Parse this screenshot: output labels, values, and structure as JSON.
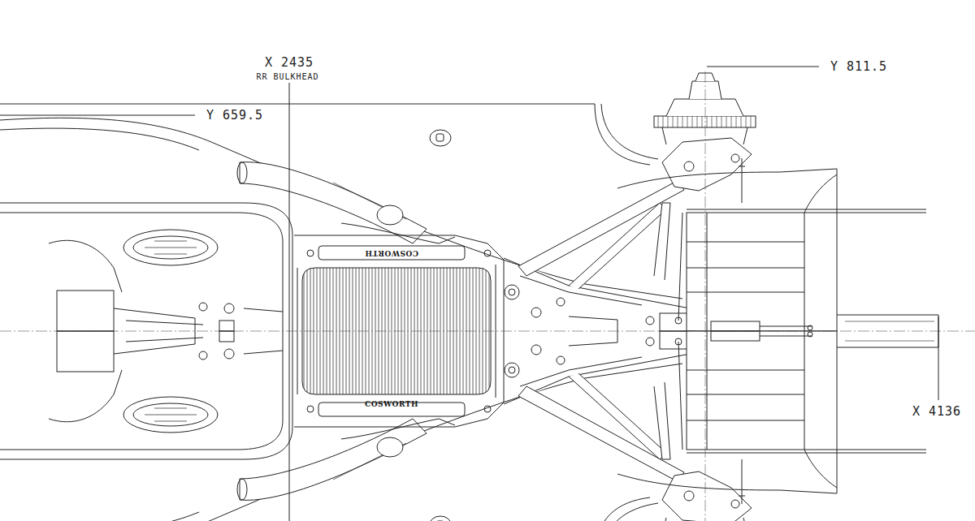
{
  "diagram": {
    "labels": [
      "X 2435",
      "RR BULKHEAD",
      "Y 659.5",
      "Y 811.5",
      "X 4136",
      "COSWORTH",
      "COSWORTH"
    ]
  }
}
